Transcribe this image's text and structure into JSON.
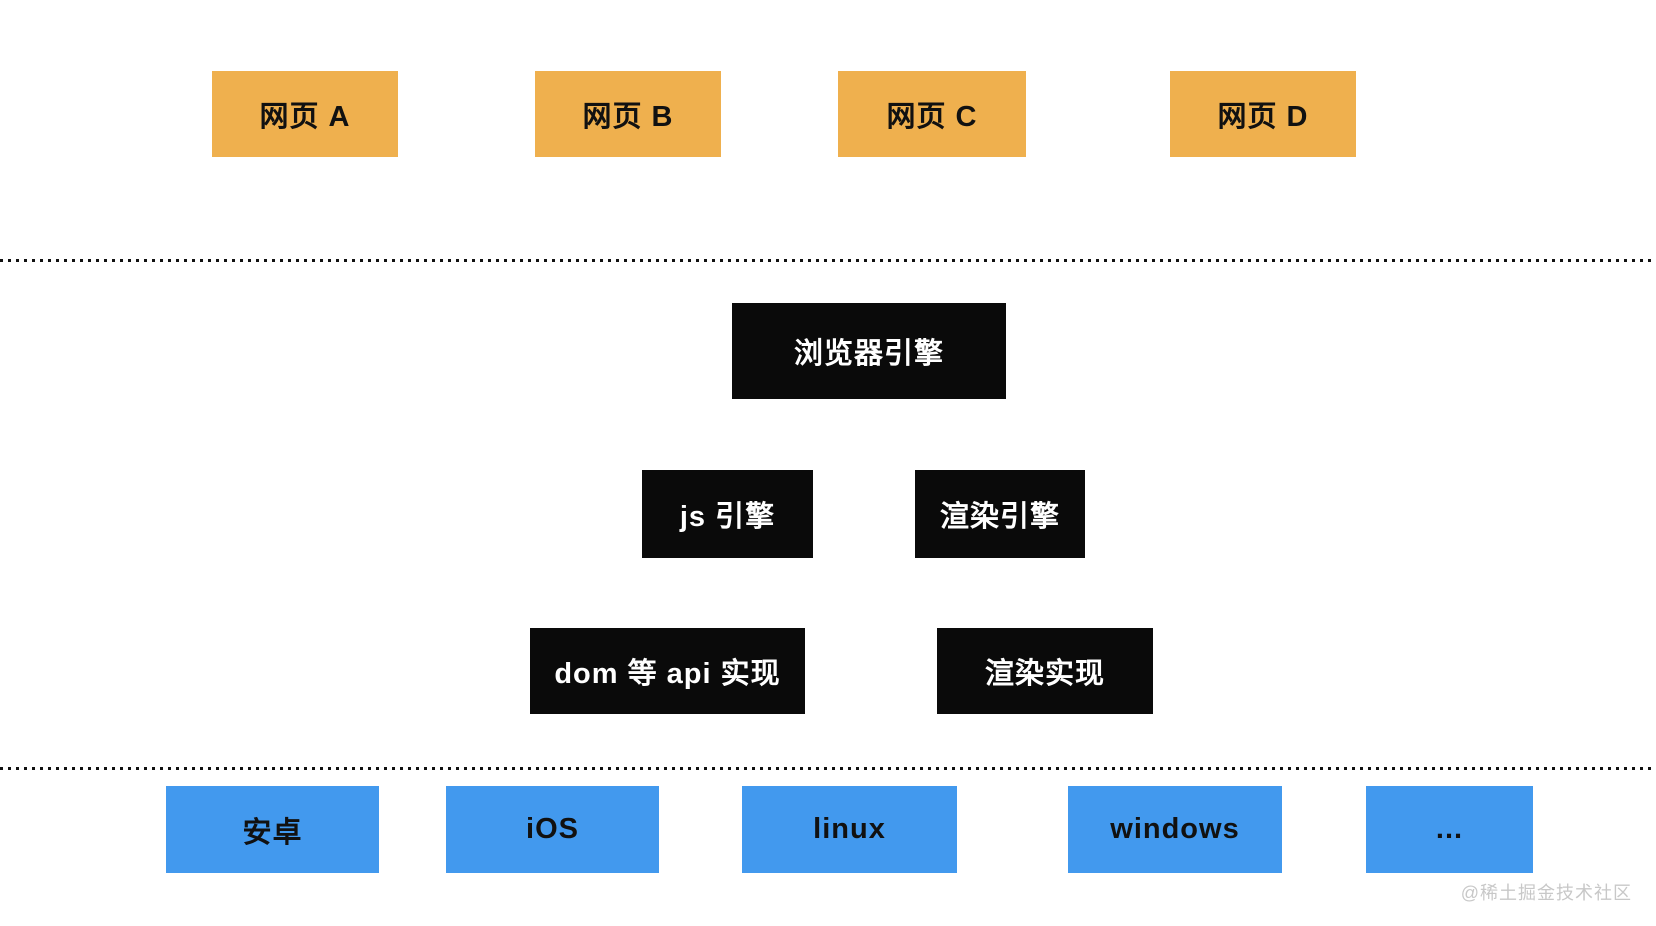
{
  "diagram": {
    "web_pages": {
      "items": [
        {
          "label": "网页 A"
        },
        {
          "label": "网页 B"
        },
        {
          "label": "网页 C"
        },
        {
          "label": "网页 D"
        }
      ]
    },
    "engine": {
      "browser_engine_label": "浏览器引擎",
      "js_engine_label": "js 引擎",
      "render_engine_label": "渲染引擎",
      "dom_api_label": "dom 等 api 实现",
      "render_impl_label": "渲染实现"
    },
    "operating_systems": {
      "items": [
        {
          "label": "安卓"
        },
        {
          "label": "iOS"
        },
        {
          "label": "linux"
        },
        {
          "label": "windows"
        },
        {
          "label": "..."
        }
      ]
    },
    "watermark": "@稀土掘金技术社区",
    "colors": {
      "webpage_box": "#EFB04E",
      "engine_box": "#0A0A0A",
      "engine_text": "#FFFFFF",
      "os_box": "#4299EE",
      "box_text": "#111111",
      "watermark_text": "#C8C8C8",
      "divider": "#111111",
      "background": "#FFFFFF"
    }
  }
}
